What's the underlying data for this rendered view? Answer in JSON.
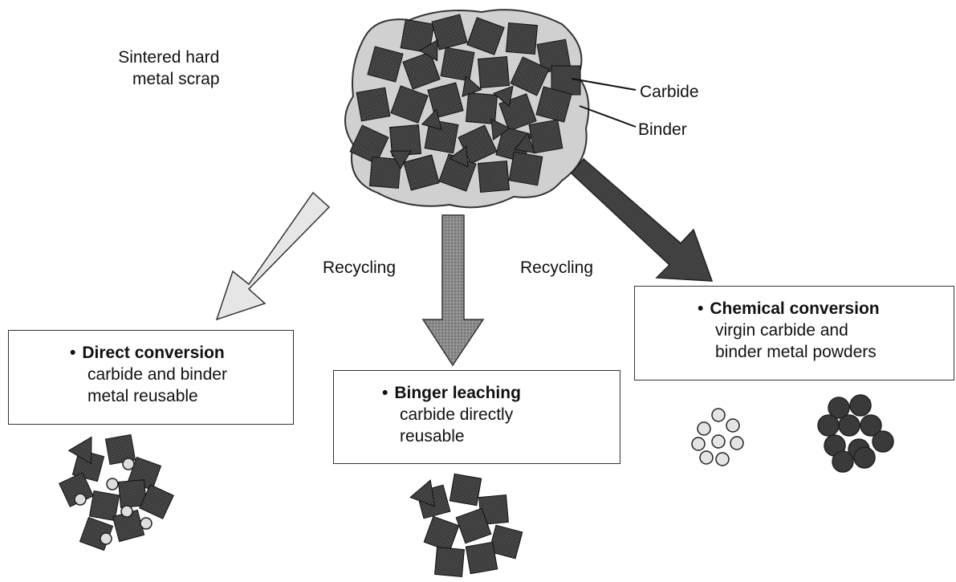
{
  "scrap": {
    "label_line1": "Sintered hard",
    "label_line2": "metal scrap"
  },
  "callouts": {
    "carbide": "Carbide",
    "binder": "Binder"
  },
  "arrows": {
    "left_label": "Recycling",
    "right_label": "Recycling"
  },
  "direct": {
    "bullet": "•",
    "title": "Direct conversion",
    "line1": "carbide and binder",
    "line2": "metal reusable"
  },
  "leaching": {
    "bullet": "•",
    "title": "Binger leaching",
    "line1": "carbide directly",
    "line2": "reusable"
  },
  "chemical": {
    "bullet": "•",
    "title": "Chemical conversion",
    "line1": "virgin carbide and",
    "line2": "binder metal powders"
  },
  "colors": {
    "carbide": "#3a3a3a",
    "binder": "#cfcfcf",
    "arrow_light": "#e6e6e6",
    "arrow_mid": "#8a8a8a",
    "arrow_dark": "#333333"
  }
}
